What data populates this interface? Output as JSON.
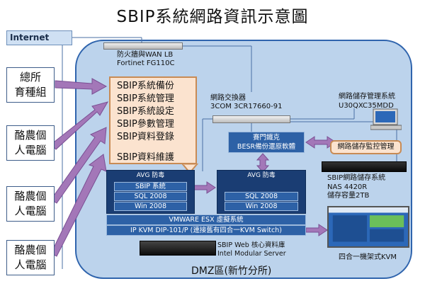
{
  "title": "SBIP系統網路資訊示意圖",
  "internet": "Internet",
  "clients": [
    "總所\n育種組",
    "酪農個\n人電腦",
    "酪農個\n人電腦",
    "酪農個\n人電腦"
  ],
  "firewall": {
    "line1": "防火牆與WAN LB",
    "line2": "Fortinet FG110C"
  },
  "callout": {
    "items": [
      "SBIP系統備份",
      "SBIP系統管理",
      "SBIP系統設定",
      "SBIP參數管理",
      "SBIP資料登錄"
    ],
    "last": "SBIP資料維護"
  },
  "switch": {
    "line1": "網路交換器",
    "line2": "3COM 3CR17660-91"
  },
  "backup": {
    "line1": "賽門鐵克",
    "line2": "BESR備份還原軟體"
  },
  "vm1": {
    "header": "AVG 防毒",
    "rows": [
      "SBIP 系統",
      "SQL 2008",
      "Win 2008"
    ]
  },
  "vm2": {
    "header": "AVG 防毒",
    "rows": [
      "SQL 2008",
      "Win 2008"
    ]
  },
  "vmware": "VMWARE ESX 虛擬系統",
  "ipkvm": "IP KVM DIP-101/P (連接舊有四合一KVM Switch)",
  "server": {
    "line1": "SBIP Web 核心資料庫",
    "line2": "Intel Modular Server"
  },
  "nas_manager": {
    "line1": "網路儲存管理系統",
    "line2": "U30QXC35MDD"
  },
  "nas_monitor": "網路儲存監控管理",
  "nas": {
    "line1": "SBIP網路儲存系統",
    "line2": "NAS 4420R",
    "line3": "儲存容量2TB"
  },
  "kvm": "四合一機架式KVM",
  "dmz": "DMZ區(新竹分所)",
  "colors": {
    "dmz_fill": "#bcd3ec",
    "dmz_border": "#2f64ad",
    "vm_dark": "#1a3d73",
    "vm_row": "#2d61a6",
    "callout_fill": "#fbe3cf",
    "callout_border": "#c88b55",
    "arrow_fill": "#a377b8"
  }
}
